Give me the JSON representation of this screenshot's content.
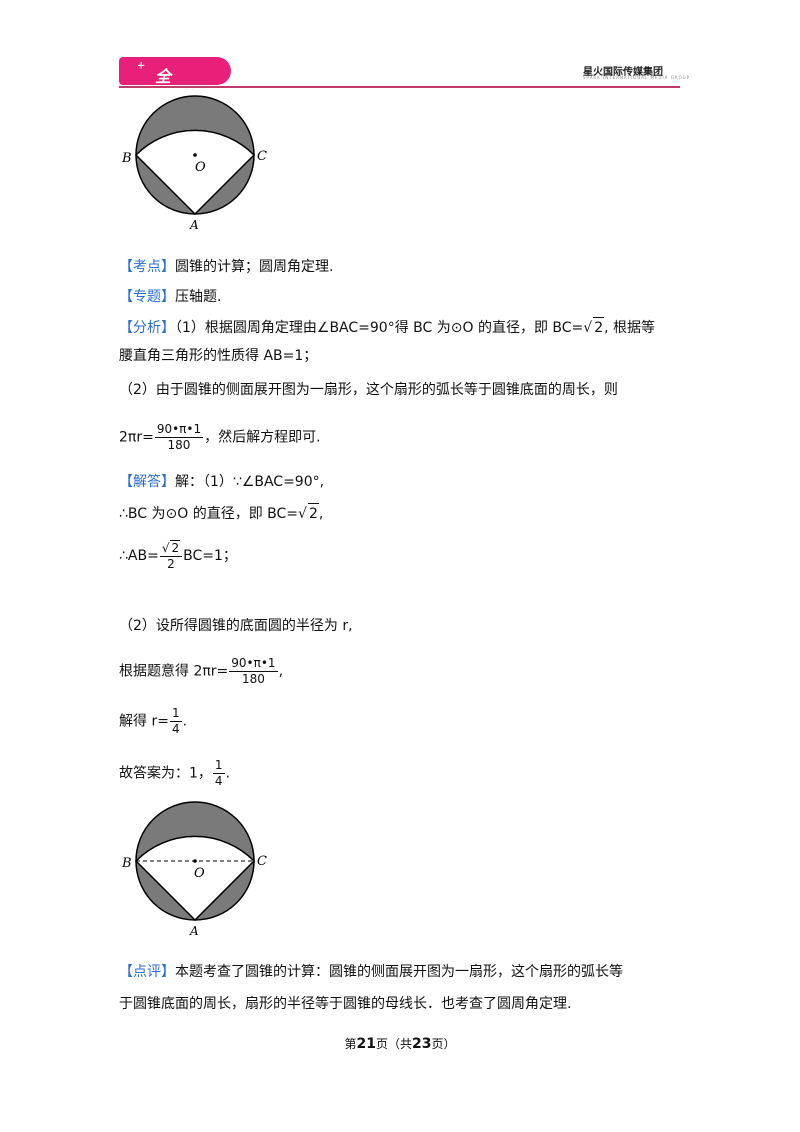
{
  "header": {
    "logo_text": "全易通",
    "logo_plus": "+",
    "publisher": "星火国际传媒集团",
    "publisher_sub": "SPARK INTERNATIONAL MEDIA GROUP"
  },
  "figure_labels": {
    "B": "B",
    "C": "C",
    "O": "O",
    "A": "A"
  },
  "kaodian": {
    "tag": "【考点】",
    "text": "圆锥的计算；圆周角定理."
  },
  "zhuanti": {
    "tag": "【专题】",
    "text": "压轴题."
  },
  "fenxi": {
    "tag": "【分析】",
    "line1_a": "（1）根据圆周角定理由∠BAC=90°得 BC 为⊙O 的直径，即 BC=",
    "line1_sqrt": "2",
    "line1_b": ", 根据等",
    "line2": "腰直角三角形的性质得 AB=1；",
    "line3": "（2）由于圆锥的侧面展开图为一扇形，这个扇形的弧长等于圆锥底面的周长，则",
    "line4_a": "2πr=",
    "frac_num": "90•π•1",
    "frac_den": "180",
    "line4_b": "，然后解方程即可."
  },
  "jieda": {
    "tag": "【解答】",
    "line1": "解：（1）∵∠BAC=90°,",
    "line2_a": "∴BC 为⊙O 的直径，即 BC=",
    "line2_sqrt": "2",
    "line2_b": ",",
    "line3_a": "∴AB=",
    "line3_frac_num": "2",
    "line3_frac_den": "2",
    "line3_b": "BC=1；",
    "line4": "（2）设所得圆锥的底面圆的半径为 r,",
    "line5_a": "根据题意得 2πr=",
    "line5_num": "90•π•1",
    "line5_den": "180",
    "line5_b": ",",
    "line6_a": "解得 r=",
    "line6_num": "1",
    "line6_den": "4",
    "line6_b": ".",
    "line7_a": "故答案为：1，",
    "line7_num": "1",
    "line7_den": "4",
    "line7_b": "."
  },
  "dianping": {
    "tag": "【点评】",
    "line1": "本题考查了圆锥的计算：圆锥的侧面展开图为一扇形，这个扇形的弧长等",
    "line2": "于圆锥底面的周长，扇形的半径等于圆锥的母线长．也考查了圆周角定理."
  },
  "footer": {
    "prefix": "第",
    "page": "21",
    "mid": "页（共",
    "total": "23",
    "suffix": "页）"
  }
}
